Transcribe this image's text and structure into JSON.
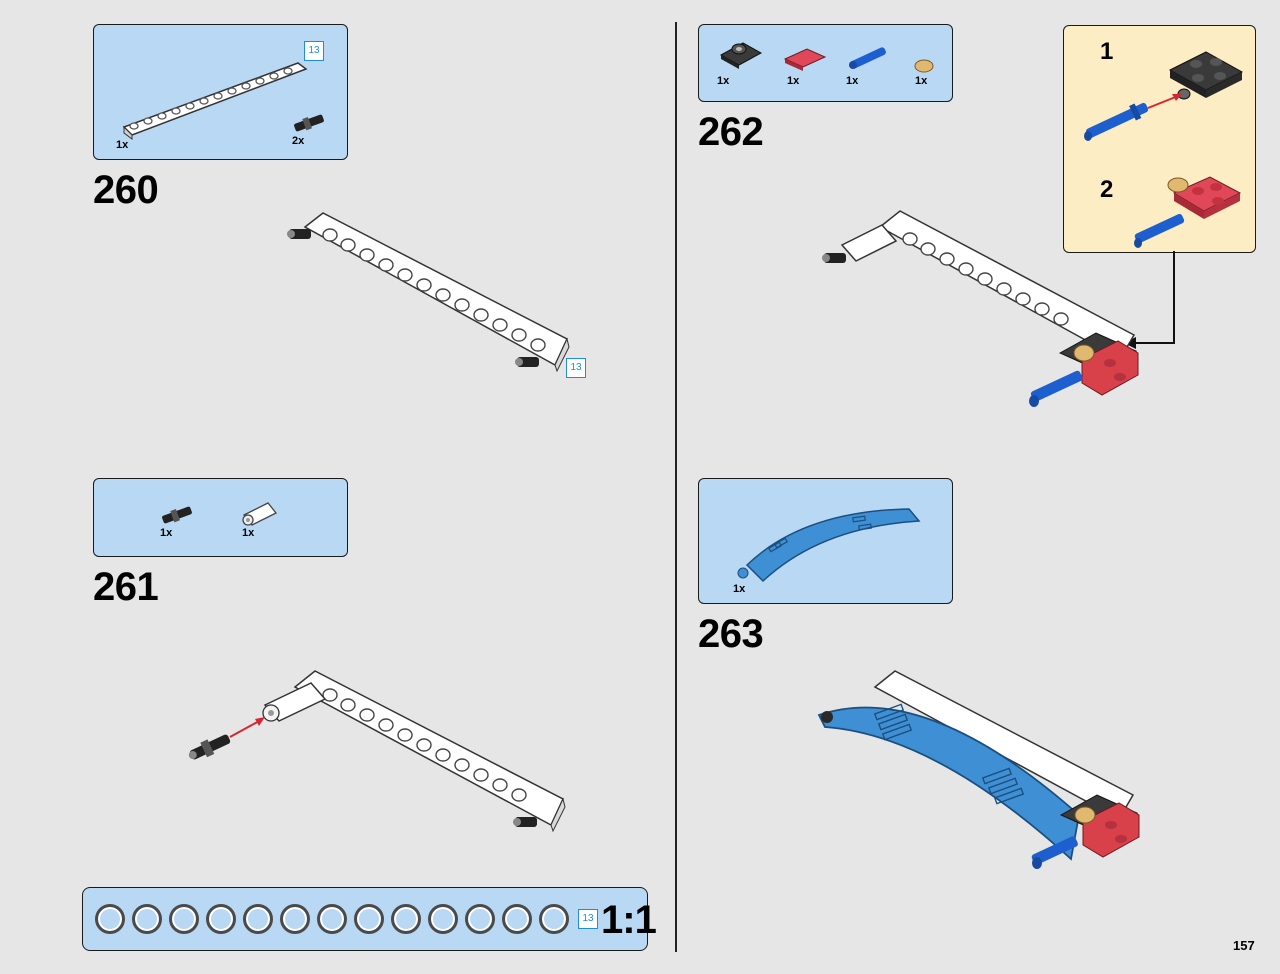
{
  "page_number": "157",
  "colors": {
    "parts_box": "#b9d8f4",
    "callout_box": "#fcedc4",
    "arrow": "#d6262f",
    "badge": "#1f8fcf",
    "beam": "#ffffff",
    "blue_pin": "#1e5fcf",
    "red_plate": "#d8404a",
    "dark_grey": "#3a3a3a",
    "tan": "#e0b870",
    "panel_blue": "#3f8fd4"
  },
  "steps": [
    {
      "number": "260",
      "parts": [
        {
          "qty": "1x",
          "icon": "white-beam-13-icon"
        },
        {
          "qty": "2x",
          "icon": "black-axle-pin-icon"
        }
      ],
      "badge": "13",
      "assembly_badge": "13"
    },
    {
      "number": "261",
      "parts": [
        {
          "qty": "1x",
          "icon": "black-axle-pin-icon"
        },
        {
          "qty": "1x",
          "icon": "white-bush-icon"
        }
      ]
    },
    {
      "number": "262",
      "parts": [
        {
          "qty": "1x",
          "icon": "dark-grey-bracket-icon"
        },
        {
          "qty": "1x",
          "icon": "red-tile-icon"
        },
        {
          "qty": "1x",
          "icon": "blue-pin-icon"
        },
        {
          "qty": "1x",
          "icon": "tan-round-tile-icon"
        }
      ],
      "callout": [
        {
          "sub_step": "1"
        },
        {
          "sub_step": "2"
        }
      ]
    },
    {
      "number": "263",
      "parts": [
        {
          "qty": "1x",
          "icon": "blue-curved-panel-icon"
        }
      ]
    }
  ],
  "ruler": {
    "hole_count": 13,
    "badge": "13",
    "scale": "1:1"
  }
}
